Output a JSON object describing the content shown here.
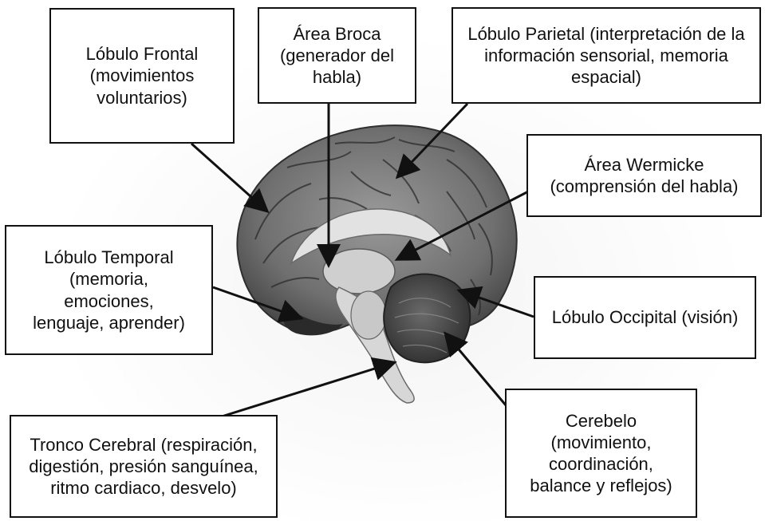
{
  "labels": {
    "frontal": "Lóbulo Frontal\n(movimientos\nvoluntarios)",
    "broca": "Área Broca\n(generador del\nhabla)",
    "parietal": "Lóbulo Parietal (interpretación de la\ninformación sensorial, memoria\nespacial)",
    "wernicke": "Área Wermicke\n(comprensión del habla)",
    "temporal": "Lóbulo Temporal\n(memoria,\nemociones,\nlenguaje, aprender)",
    "occipital": "Lóbulo Occipital (visión)",
    "tronco": "Tronco Cerebral (respiración,\ndigestión, presión sanguínea,\nritmo cardiaco, desvelo)",
    "cerebelo": "Cerebelo\n(movimiento,\ncoordinación,\nbalance y reflejos)"
  },
  "colors": {
    "box_border": "#111111",
    "arrow": "#111111",
    "brain_cortex": "#7a7a7a",
    "brain_dark": "#3d3d3d",
    "brain_light": "#d9d9d9"
  }
}
